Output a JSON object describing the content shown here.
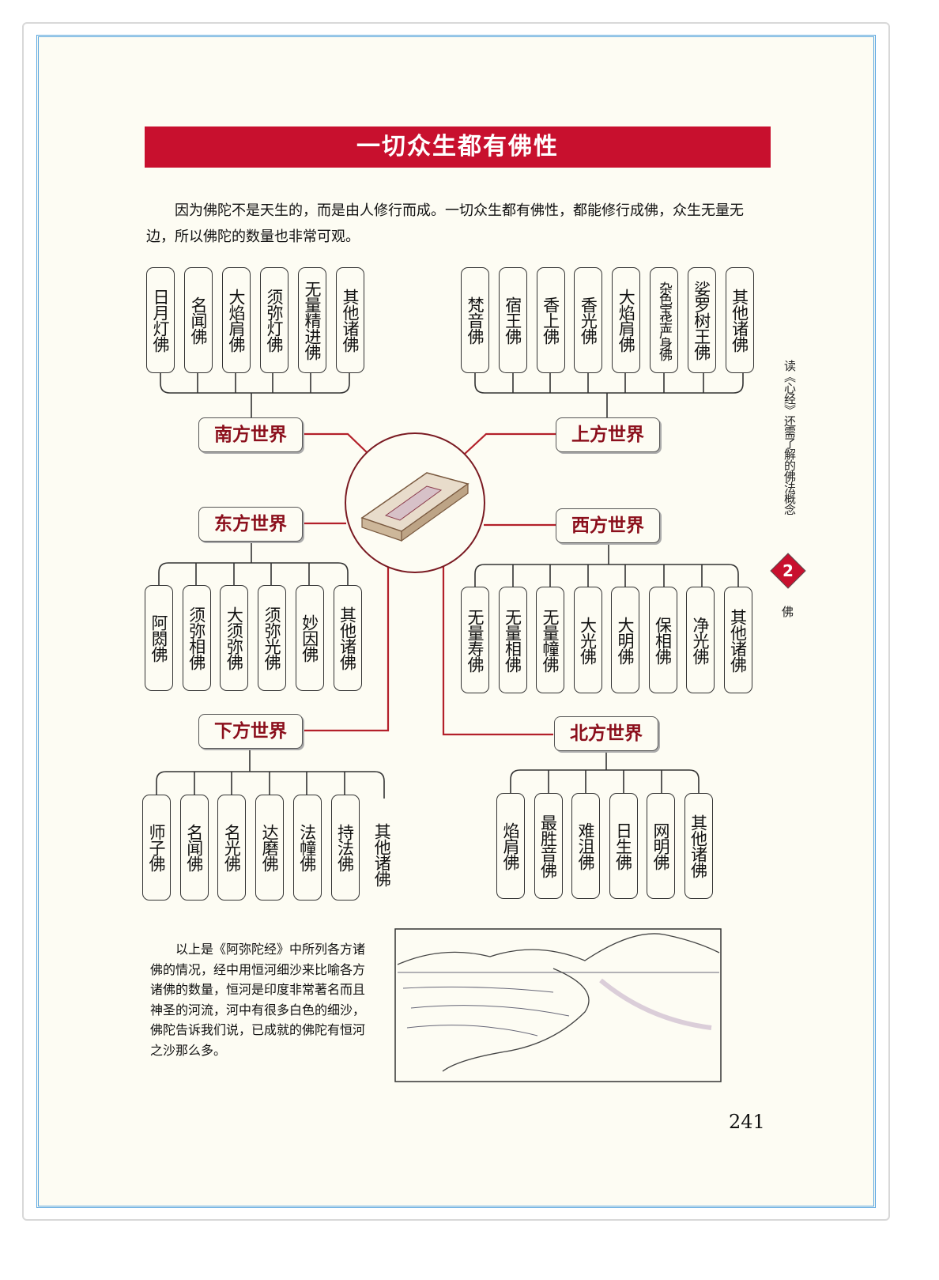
{
  "title": "一切众生都有佛性",
  "intro": "因为佛陀不是天生的，而是由人修行而成。一切众生都有佛性，都能修行成佛，众生无量无边，所以佛陀的数量也非常可观。",
  "worlds": {
    "south": {
      "label": "南方世界",
      "buddhas": [
        "日月灯佛",
        "名闻佛",
        "大焰肩佛",
        "须弥灯佛",
        "无量精进佛",
        "其他诸佛"
      ]
    },
    "above": {
      "label": "上方世界",
      "buddhas": [
        "梵音佛",
        "宿王佛",
        "香上佛",
        "香光佛",
        "大焰肩佛",
        "杂色宝华严身佛",
        "娑罗树王佛",
        "其他诸佛"
      ]
    },
    "east": {
      "label": "东方世界",
      "buddhas": [
        "阿閦佛",
        "须弥相佛",
        "大须弥佛",
        "须弥光佛",
        "妙因佛",
        "其他诸佛"
      ]
    },
    "west": {
      "label": "西方世界",
      "buddhas": [
        "无量寿佛",
        "无量相佛",
        "无量幢佛",
        "大光佛",
        "大明佛",
        "保相佛",
        "净光佛",
        "其他诸佛"
      ]
    },
    "below": {
      "label": "下方世界",
      "buddhas": [
        "师子佛",
        "名闻佛",
        "名光佛",
        "达磨佛",
        "法幢佛",
        "持法佛"
      ],
      "unboxed": "其他诸佛"
    },
    "north": {
      "label": "北方世界",
      "buddhas": [
        "焰肩佛",
        "最胜音佛",
        "难沮佛",
        "日生佛",
        "网明佛",
        "其他诸佛"
      ]
    }
  },
  "caption": "以上是《阿弥陀经》中所列各方诸佛的情况，经中用恒河细沙来比喻各方诸佛的数量，恒河是印度非常著名而且神圣的河流，河中有很多白色的细沙，佛陀告诉我们说，已成就的佛陀有恒河之沙那么多。",
  "side_header": "读《心经》还需了解的佛法概念",
  "chapter_number": "2",
  "chapter_label": "佛",
  "page_number": "241",
  "colors": {
    "accent_red": "#c8102e",
    "world_text": "#8b0f1c",
    "frame_blue": "#5aa6e0"
  }
}
